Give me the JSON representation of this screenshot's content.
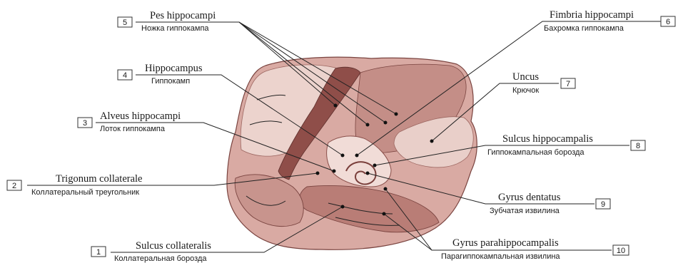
{
  "labels": [
    {
      "num": "1",
      "latin": "Sulcus collateralis",
      "russian": "Коллатеральная борозда"
    },
    {
      "num": "2",
      "latin": "Trigonum collaterale",
      "russian": "Коллатеральный треугольник"
    },
    {
      "num": "3",
      "latin": "Alveus hippocampi",
      "russian": "Лоток гиппокампа"
    },
    {
      "num": "4",
      "latin": "Hippocampus",
      "russian": "Гиппокамп"
    },
    {
      "num": "5",
      "latin": "Pes hippocampi",
      "russian": "Ножка гиппокампа"
    },
    {
      "num": "6",
      "latin": "Fimbria hippocampi",
      "russian": "Бахромка гиппокампа"
    },
    {
      "num": "7",
      "latin": "Uncus",
      "russian": "Крючок"
    },
    {
      "num": "8",
      "latin": "Sulcus hippocampalis",
      "russian": "Гиппокампальная борозда"
    },
    {
      "num": "9",
      "latin": "Gyrus dentatus",
      "russian": "Зубчатая извилина"
    },
    {
      "num": "10",
      "latin": "Gyrus parahippocampalis",
      "russian": "Парагиппокампальная извилина"
    }
  ],
  "colors": {
    "tissue_light": "#e6c7c2",
    "tissue_mid": "#c9938c",
    "tissue_dark": "#8a4f4a",
    "ventricle": "#f3e3df"
  }
}
